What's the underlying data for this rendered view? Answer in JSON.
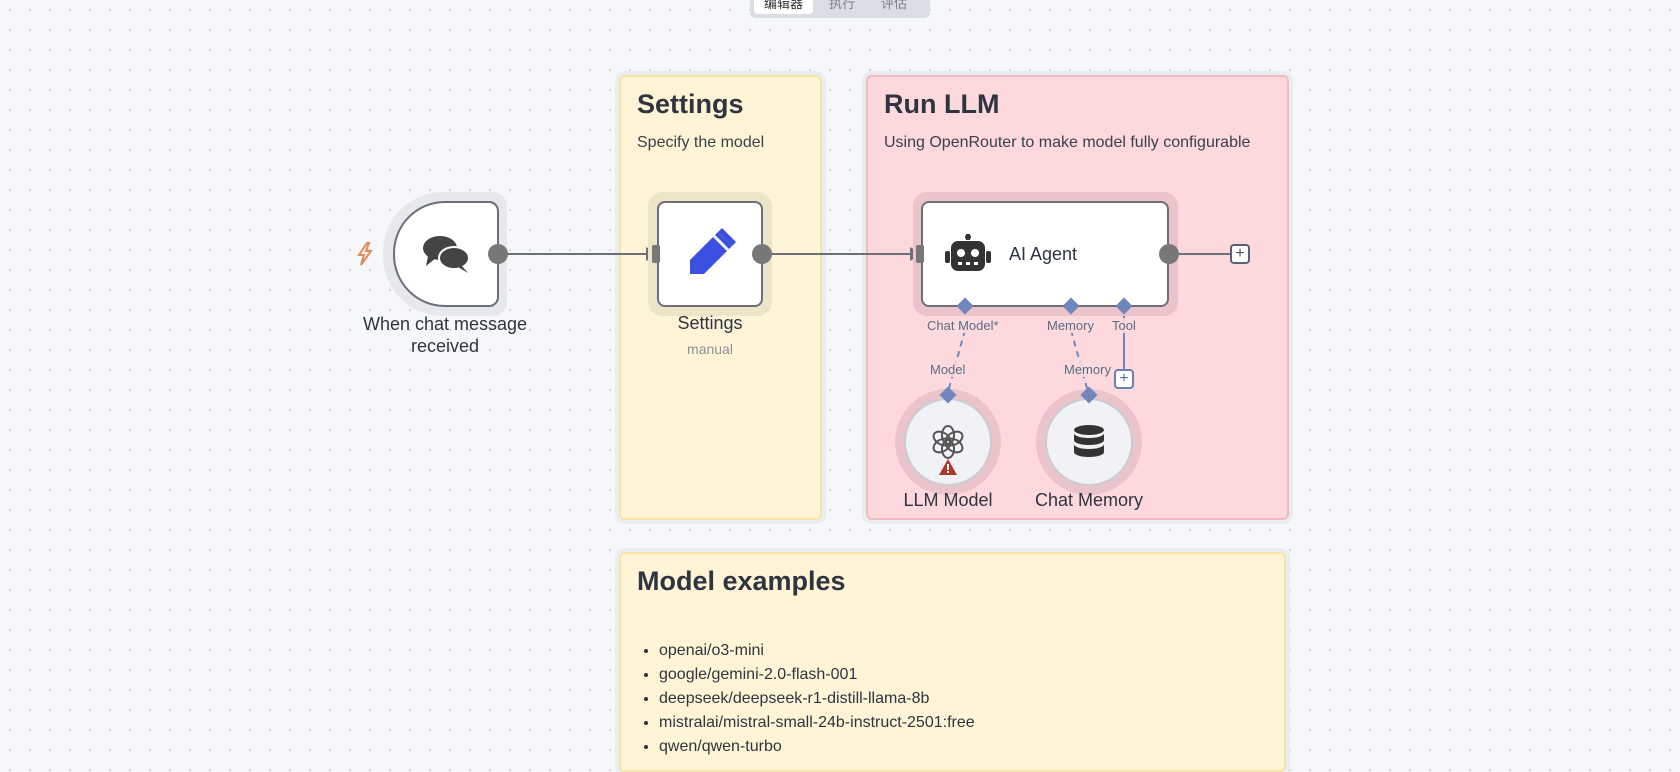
{
  "tabs": [
    {
      "label": "编辑器",
      "active": true
    },
    {
      "label": "执行",
      "active": false
    },
    {
      "label": "评估",
      "active": false
    }
  ],
  "notes": {
    "settings": {
      "title": "Settings",
      "text": "Specify the model"
    },
    "run_llm": {
      "title": "Run LLM",
      "text": "Using OpenRouter to make model fully configurable"
    },
    "examples": {
      "title": "Model examples",
      "items": [
        "openai/o3-mini",
        "google/gemini-2.0-flash-001",
        "deepseek/deepseek-r1-distill-llama-8b",
        "mistralai/mistral-small-24b-instruct-2501:free",
        "qwen/qwen-turbo"
      ]
    }
  },
  "nodes": {
    "trigger": {
      "label": "When chat message received",
      "icon": "chat-bubbles-icon"
    },
    "settings": {
      "label": "Settings",
      "sublabel": "manual",
      "icon": "pencil-icon"
    },
    "agent": {
      "label": "AI Agent",
      "icon": "robot-icon"
    },
    "llm": {
      "label": "LLM Model",
      "icon": "openai-logo-icon",
      "warning": true
    },
    "memory": {
      "label": "Chat Memory",
      "icon": "database-icon"
    }
  },
  "ports": {
    "chat_model": "Chat Model*",
    "memory": "Memory",
    "tool": "Tool",
    "model_in": "Model",
    "memory_in": "Memory"
  },
  "colors": {
    "accent_blue": "#3b4fe0",
    "port_blue": "#7186bd",
    "sticky_yellow": "#fff4d6",
    "sticky_red": "#fdd9dd",
    "warning_red": "#a83a2a",
    "trigger_orange": "#e08a55"
  }
}
